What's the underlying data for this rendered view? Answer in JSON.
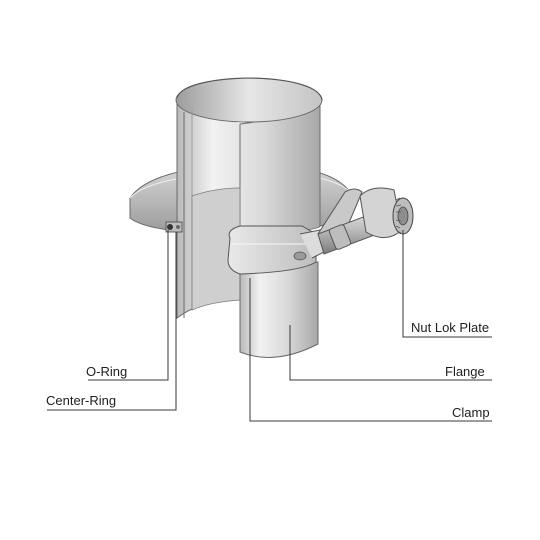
{
  "diagram": {
    "labels": {
      "nut_lok_plate": "Nut Lok Plate",
      "flange": "Flange",
      "clamp": "Clamp",
      "o_ring": "O-Ring",
      "center_ring": "Center-Ring"
    },
    "colors": {
      "leader_line": "#3a3a3a",
      "metal_light": "#f4f4f4",
      "metal_mid": "#cfcfcf",
      "metal_dark": "#8e8e8e",
      "outline": "#6a6a6a"
    }
  }
}
